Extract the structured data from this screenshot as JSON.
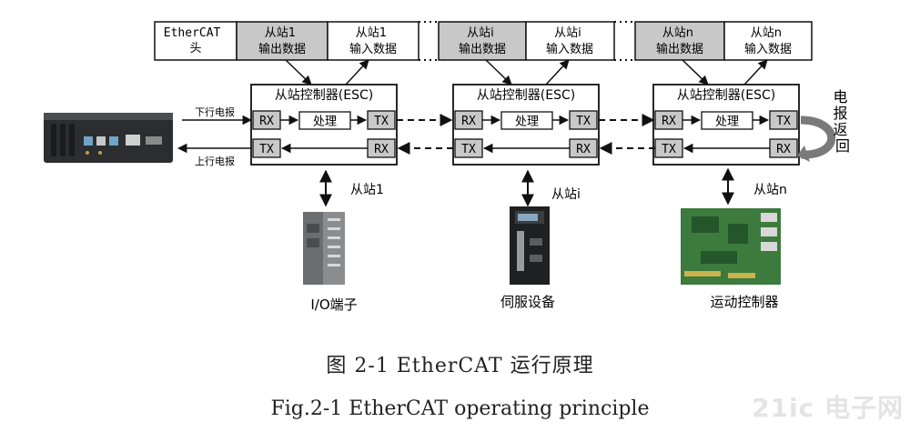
{
  "frame": {
    "header": "EtherCAT\n头",
    "slave1_out": "从站1\n输出数据",
    "slave1_in": "从站1\n输入数据",
    "slavei_out": "从站i\n输出数据",
    "slavei_in": "从站i\n输入数据",
    "slaven_out": "从站n\n输出数据",
    "slaven_in": "从站n\n输入数据"
  },
  "esc": {
    "title": "从站控制器(ESC)",
    "rx": "RX",
    "tx": "TX",
    "process": "处理"
  },
  "signals": {
    "downlink": "下行电报",
    "uplink": "上行电报",
    "return": "电\n报\n返\n回"
  },
  "slaves": {
    "s1": "从站1",
    "si": "从站i",
    "sn": "从站n"
  },
  "devices": {
    "io": "I/O端子",
    "servo": "伺服设备",
    "motion": "运动控制器"
  },
  "caption": {
    "cn": "图 2-1 EtherCAT 运行原理",
    "en": "Fig.2-1 EtherCAT operating principle"
  },
  "watermark": "21ic 电子网",
  "colors": {
    "gray_cell": "#c8c8c8",
    "line": "#111111",
    "return_arrow": "#8a8a8a"
  }
}
